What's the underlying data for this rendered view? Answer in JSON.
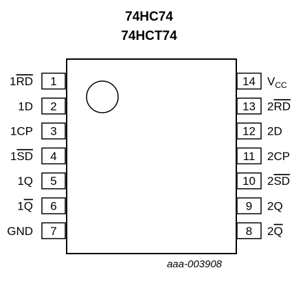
{
  "title_lines": [
    "74HC74",
    "74HCT74"
  ],
  "left_pins": [
    {
      "number": "1",
      "label": "1RD",
      "overbar": "RD"
    },
    {
      "number": "2",
      "label": "1D",
      "overbar": ""
    },
    {
      "number": "3",
      "label": "1CP",
      "overbar": ""
    },
    {
      "number": "4",
      "label": "1SD",
      "overbar": "SD"
    },
    {
      "number": "5",
      "label": "1Q",
      "overbar": ""
    },
    {
      "number": "6",
      "label": "1Q",
      "overbar": "Q"
    },
    {
      "number": "7",
      "label": "GND",
      "overbar": ""
    }
  ],
  "right_pins": [
    {
      "number": "14",
      "label": "VCC",
      "overbar": ""
    },
    {
      "number": "13",
      "label": "2RD",
      "overbar": "RD"
    },
    {
      "number": "12",
      "label": "2D",
      "overbar": ""
    },
    {
      "number": "11",
      "label": "2CP",
      "overbar": ""
    },
    {
      "number": "10",
      "label": "2SD",
      "overbar": "SD"
    },
    {
      "number": "9",
      "label": "2Q",
      "overbar": ""
    },
    {
      "number": "8",
      "label": "2Q",
      "overbar": "Q"
    }
  ],
  "figure_ref": "aaa-003908"
}
